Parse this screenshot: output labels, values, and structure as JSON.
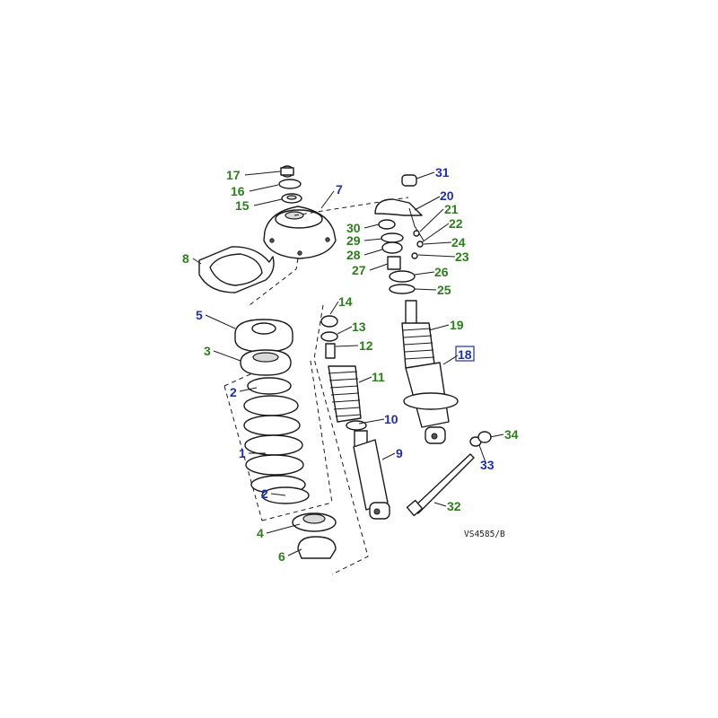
{
  "reference_code": "VS4585/B",
  "colors": {
    "green": "#2e7d1e",
    "blue": "#1f2fa8",
    "ink": "#1a1a1a"
  },
  "callouts": [
    {
      "label": "1",
      "color": "blue"
    },
    {
      "label": "2",
      "color": "blue"
    },
    {
      "label": "2",
      "color": "blue"
    },
    {
      "label": "3",
      "color": "green"
    },
    {
      "label": "4",
      "color": "green"
    },
    {
      "label": "5",
      "color": "blue"
    },
    {
      "label": "6",
      "color": "green"
    },
    {
      "label": "7",
      "color": "blue"
    },
    {
      "label": "8",
      "color": "green"
    },
    {
      "label": "9",
      "color": "blue"
    },
    {
      "label": "10",
      "color": "blue"
    },
    {
      "label": "11",
      "color": "green"
    },
    {
      "label": "12",
      "color": "green"
    },
    {
      "label": "13",
      "color": "green"
    },
    {
      "label": "14",
      "color": "green"
    },
    {
      "label": "15",
      "color": "green"
    },
    {
      "label": "16",
      "color": "green"
    },
    {
      "label": "17",
      "color": "green"
    },
    {
      "label": "18",
      "color": "blue",
      "boxed": true
    },
    {
      "label": "19",
      "color": "green"
    },
    {
      "label": "20",
      "color": "blue"
    },
    {
      "label": "21",
      "color": "green"
    },
    {
      "label": "22",
      "color": "green"
    },
    {
      "label": "23",
      "color": "green"
    },
    {
      "label": "24",
      "color": "green"
    },
    {
      "label": "25",
      "color": "green"
    },
    {
      "label": "26",
      "color": "green"
    },
    {
      "label": "27",
      "color": "green"
    },
    {
      "label": "28",
      "color": "green"
    },
    {
      "label": "29",
      "color": "green"
    },
    {
      "label": "30",
      "color": "green"
    },
    {
      "label": "31",
      "color": "blue"
    },
    {
      "label": "32",
      "color": "green"
    },
    {
      "label": "33",
      "color": "blue"
    },
    {
      "label": "34",
      "color": "green"
    }
  ]
}
